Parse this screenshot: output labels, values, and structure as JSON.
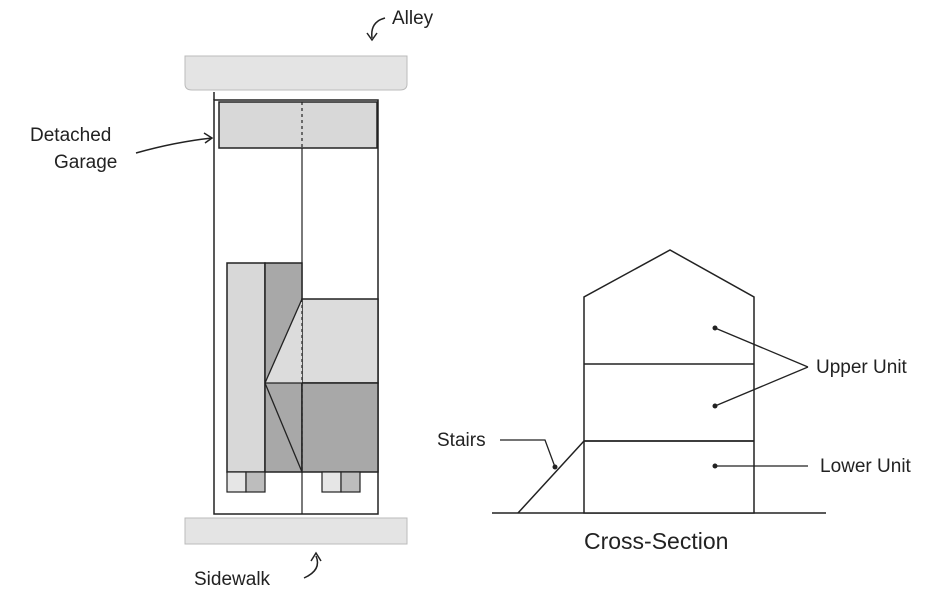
{
  "plan": {
    "alley_label": "Alley",
    "garage_label_line1": "Detached",
    "garage_label_line2": "Garage",
    "sidewalk_label": "Sidewalk"
  },
  "section": {
    "title": "Cross-Section",
    "stairs_label": "Stairs",
    "upper_unit_label": "Upper Unit",
    "lower_unit_label": "Lower Unit"
  },
  "colors": {
    "line": "#222222",
    "paving": "#e4e4e4",
    "light_fill": "#d8d8d8",
    "mid_fill": "#bdbdbd",
    "dark_fill": "#a8a8a8"
  }
}
